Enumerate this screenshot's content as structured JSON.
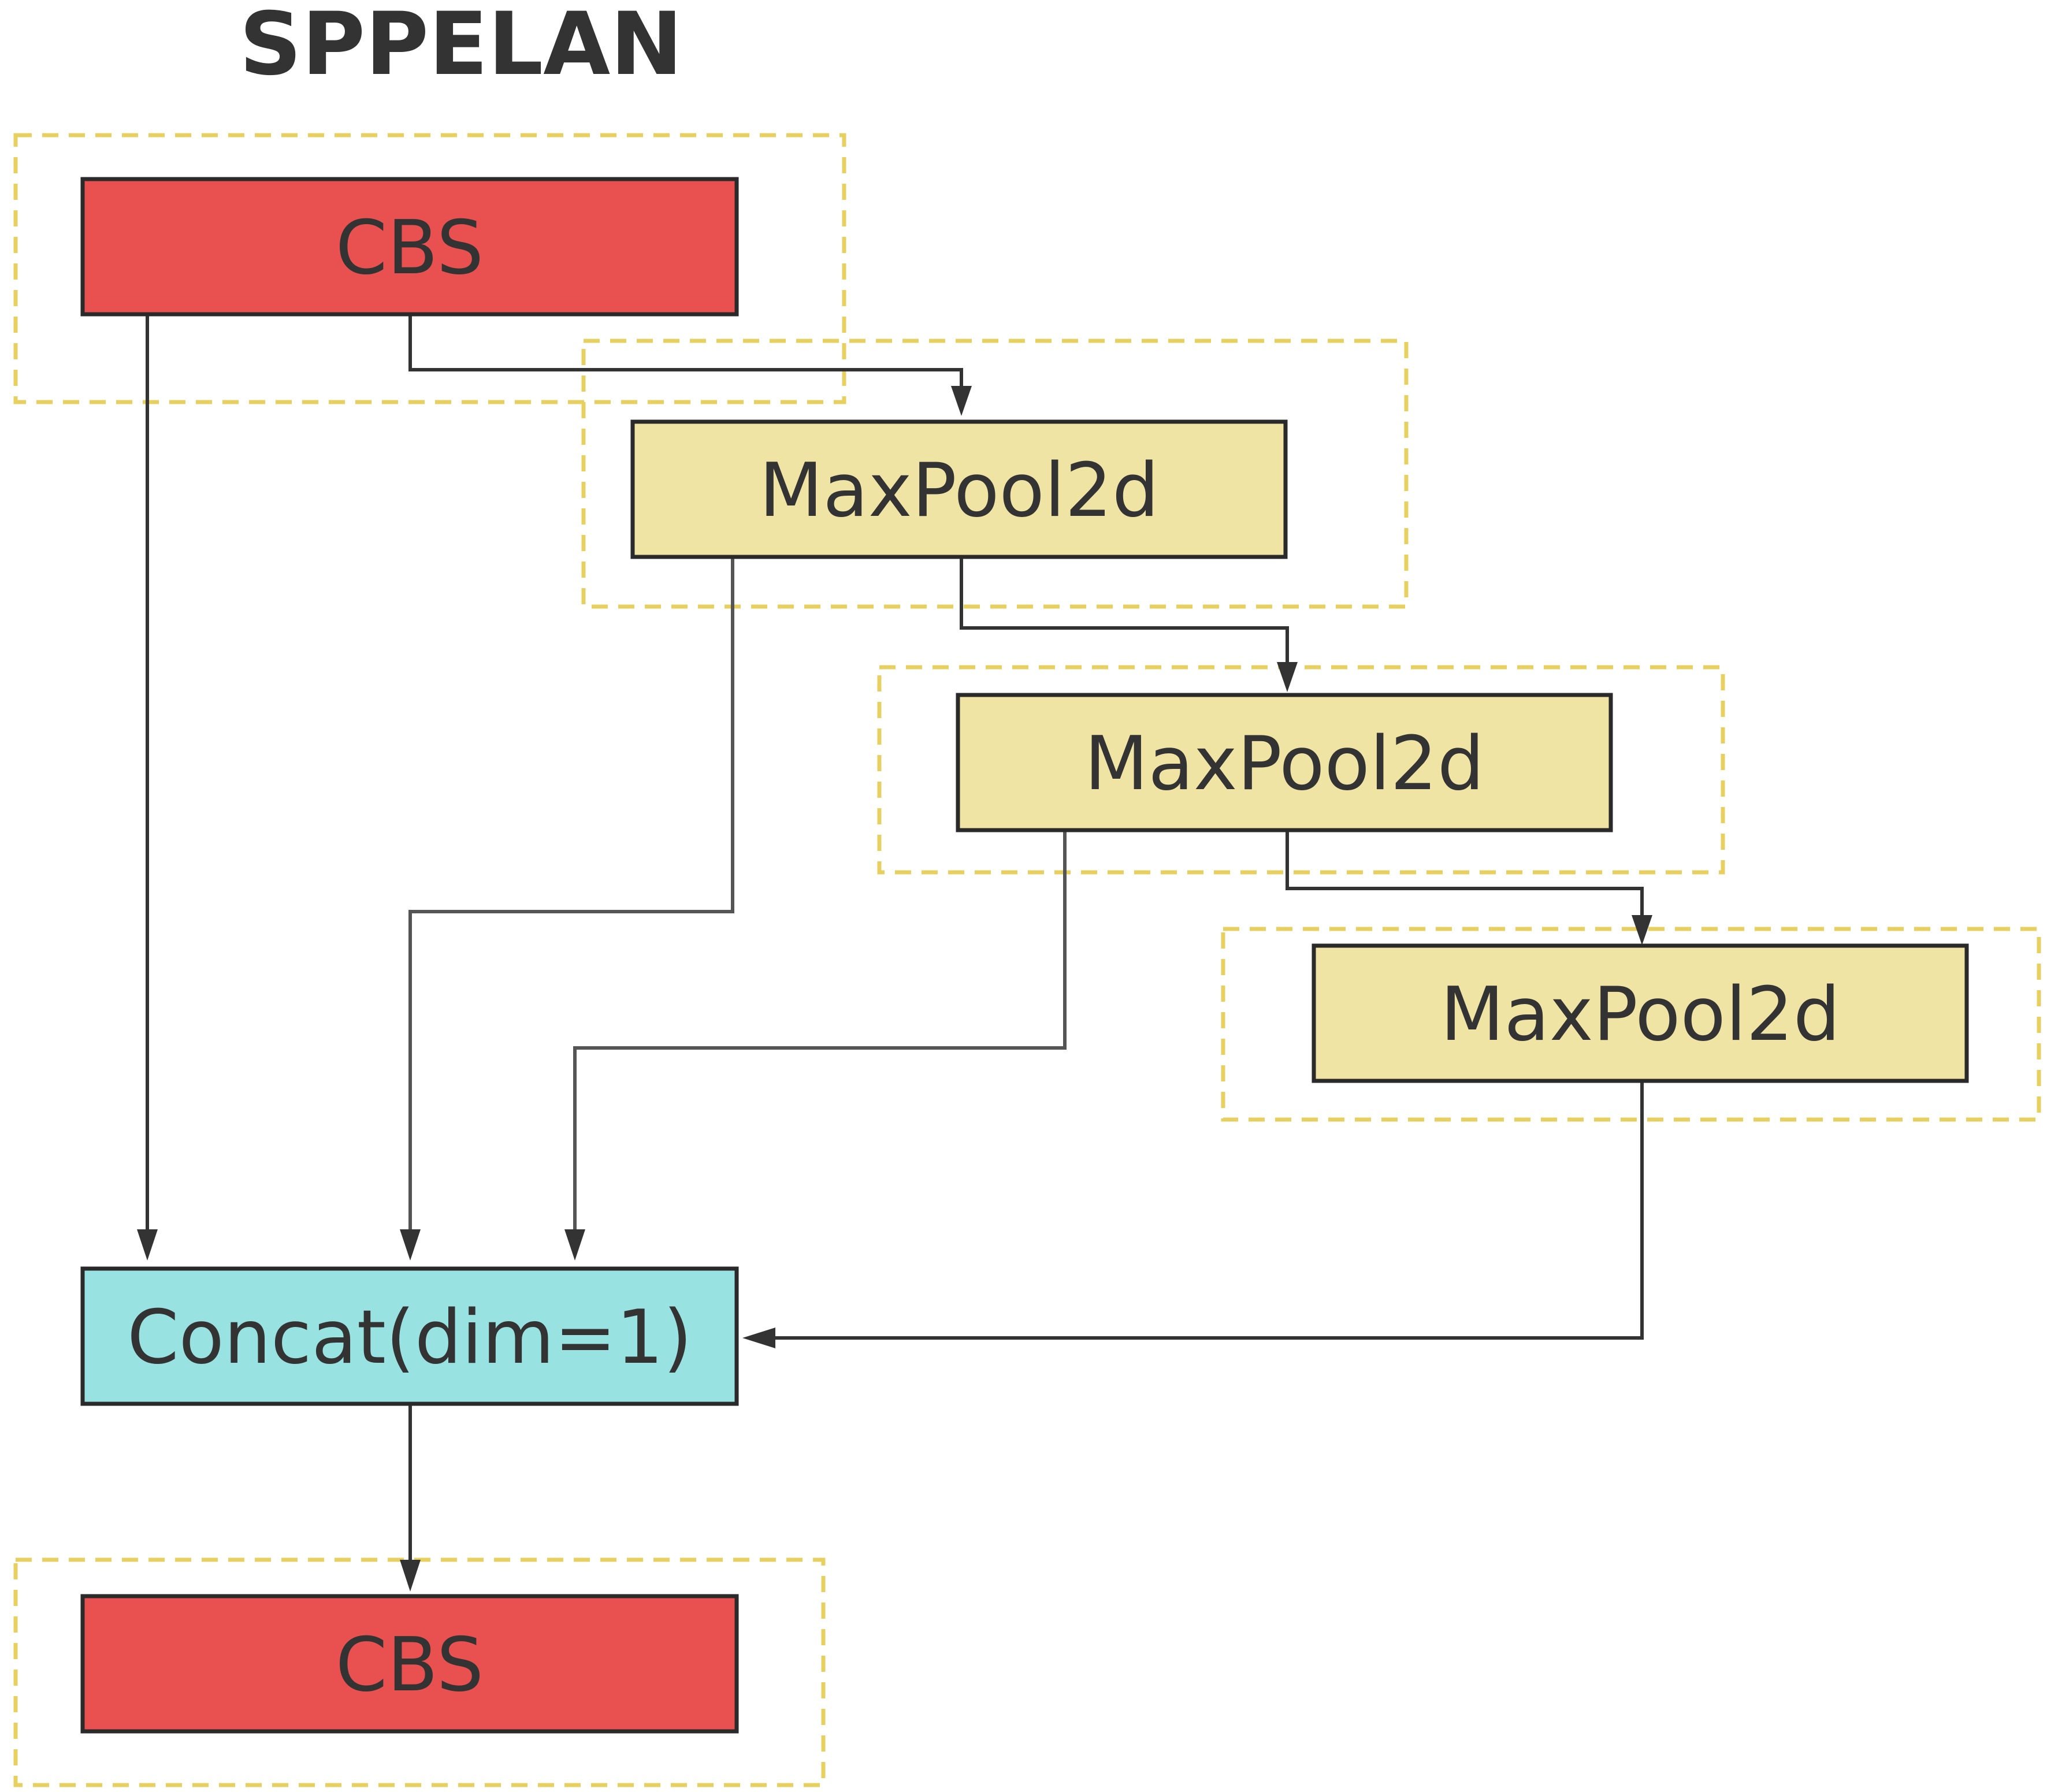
{
  "title": "SPPELAN",
  "colors": {
    "cbs": "#e95050",
    "maxpool": "#f0e4a4",
    "concat": "#98e2e2",
    "group_border": "#e8d060",
    "line": "#333333"
  },
  "nodes": {
    "cbs_top": "CBS",
    "maxpool_1": "MaxPool2d",
    "maxpool_2": "MaxPool2d",
    "maxpool_3": "MaxPool2d",
    "concat": "Concat(dim=1)",
    "cbs_bottom": "CBS"
  },
  "edges": [
    {
      "from": "cbs_top",
      "to": "maxpool_1"
    },
    {
      "from": "maxpool_1",
      "to": "maxpool_2"
    },
    {
      "from": "maxpool_2",
      "to": "maxpool_3"
    },
    {
      "from": "cbs_top",
      "to": "concat"
    },
    {
      "from": "maxpool_1",
      "to": "concat"
    },
    {
      "from": "maxpool_2",
      "to": "concat"
    },
    {
      "from": "maxpool_3",
      "to": "concat"
    },
    {
      "from": "concat",
      "to": "cbs_bottom"
    }
  ]
}
